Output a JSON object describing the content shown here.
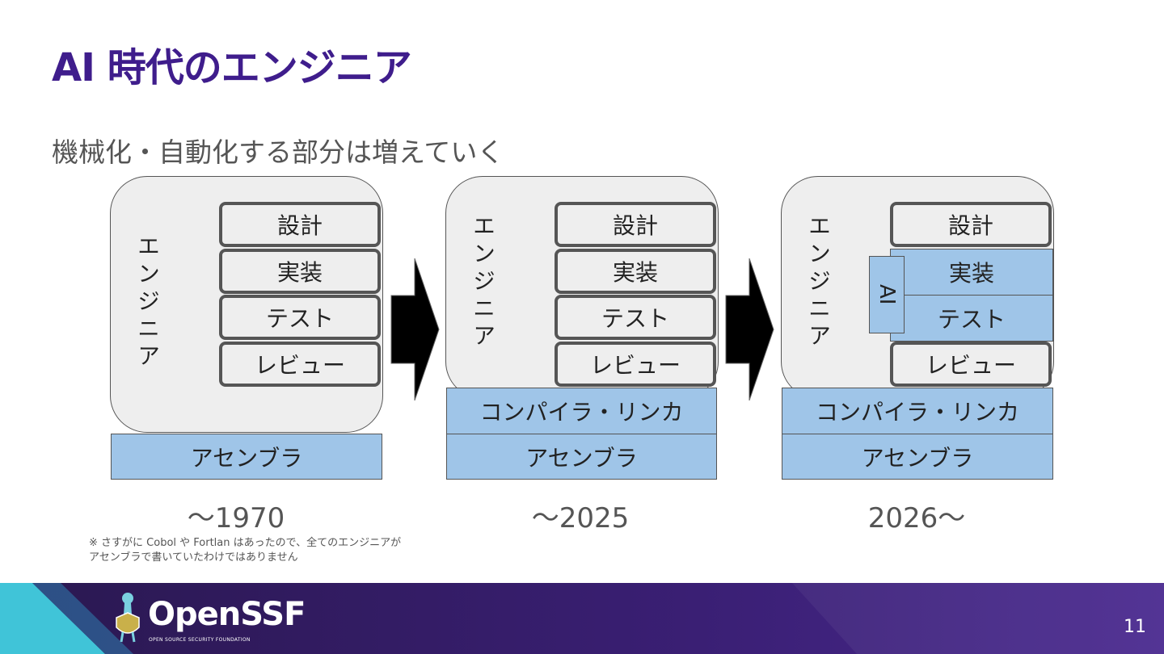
{
  "title": "AI 時代のエンジニア",
  "subtitle": "機械化・自動化する部分は増えていく",
  "stacks": [
    {
      "engineer_label": "エンジニア",
      "tasks": [
        "設計",
        "実装",
        "テスト",
        "レビュー"
      ],
      "layers": [
        "アセンブラ"
      ],
      "era": "〜1970"
    },
    {
      "engineer_label": "エンジニア",
      "tasks": [
        "設計",
        "実装",
        "テスト",
        "レビュー"
      ],
      "layers": [
        "コンパイラ・リンカ",
        "アセンブラ"
      ],
      "era": "〜2025"
    },
    {
      "engineer_label": "エンジニア",
      "ai_label": "AI",
      "tasks": [
        "設計",
        "実装",
        "テスト",
        "レビュー"
      ],
      "layers": [
        "コンパイラ・リンカ",
        "アセンブラ"
      ],
      "era": "2026〜"
    }
  ],
  "note": {
    "line1": "※ さすがに Cobol や Fortlan はあったので、全てのエンジニアが",
    "line2": "アセンブラで書いていたわけではありません"
  },
  "footer": {
    "logo_text": "OpenSSF",
    "logo_subtext": "OPEN SOURCE SECURITY FOUNDATION",
    "page_number": "11"
  },
  "colors": {
    "title": "#3f1d8c",
    "automated_fill": "#9fc5e8",
    "engineer_fill": "#eeeeee",
    "footer_start": "#2a1850",
    "footer_end": "#4a2a90",
    "footer_accent": "#40c4d8"
  }
}
